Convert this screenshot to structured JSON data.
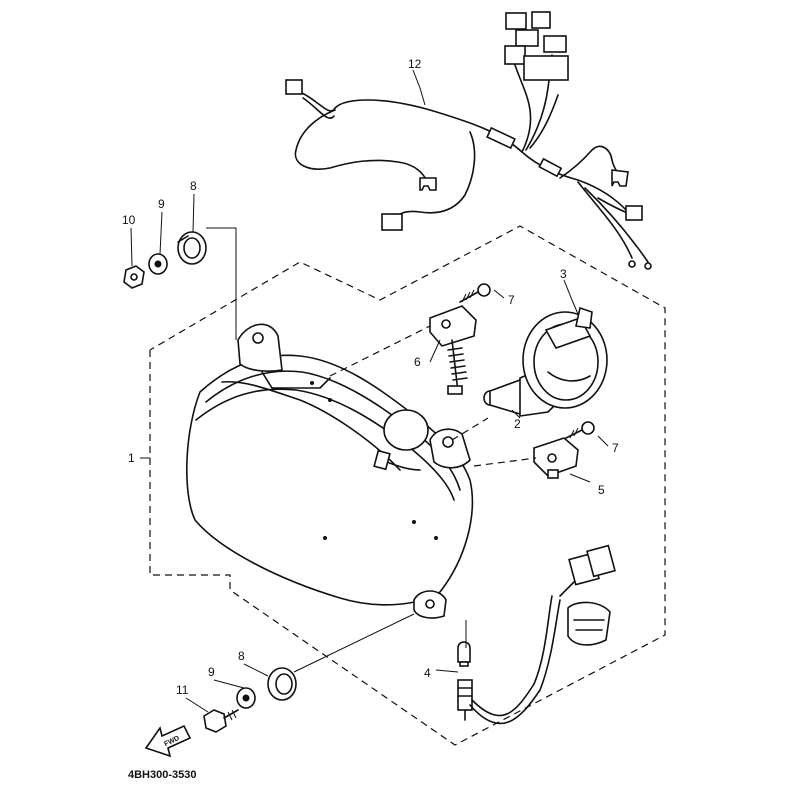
{
  "diagram_code": "4BH300-3530",
  "fwd_arrow": {
    "label": "FWD",
    "icon": "forward-arrow-icon"
  },
  "callouts": {
    "c1": "1",
    "c2": "2",
    "c3": "3",
    "c4": "4",
    "c5": "5",
    "c6": "6",
    "c7a": "7",
    "c7b": "7",
    "c8a": "8",
    "c8b": "8",
    "c9a": "9",
    "c9b": "9",
    "c10": "10",
    "c11": "11",
    "c12": "12"
  }
}
